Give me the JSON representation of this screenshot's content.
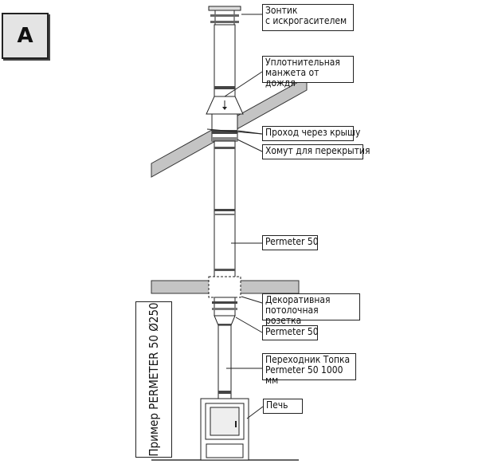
{
  "badge": "A",
  "vertical_title": "Пример PERMETER 50 Ø250",
  "labels": {
    "cap": "Зонтик\nс искрогасителем",
    "rain_collar": "Уплотнительная\nманжета от дождя",
    "roof_pass": "Проход через крышу",
    "floor_clamp": "Хомут для перекрытия",
    "permeter_upper": "Permeter 50",
    "ceiling_rosette": "Декоративная\nпотолочная розетка",
    "permeter_lower": "Permeter 50",
    "adapter": "Переходник Топка\nPermeter 50 1000 мм",
    "stove": "Печь"
  }
}
